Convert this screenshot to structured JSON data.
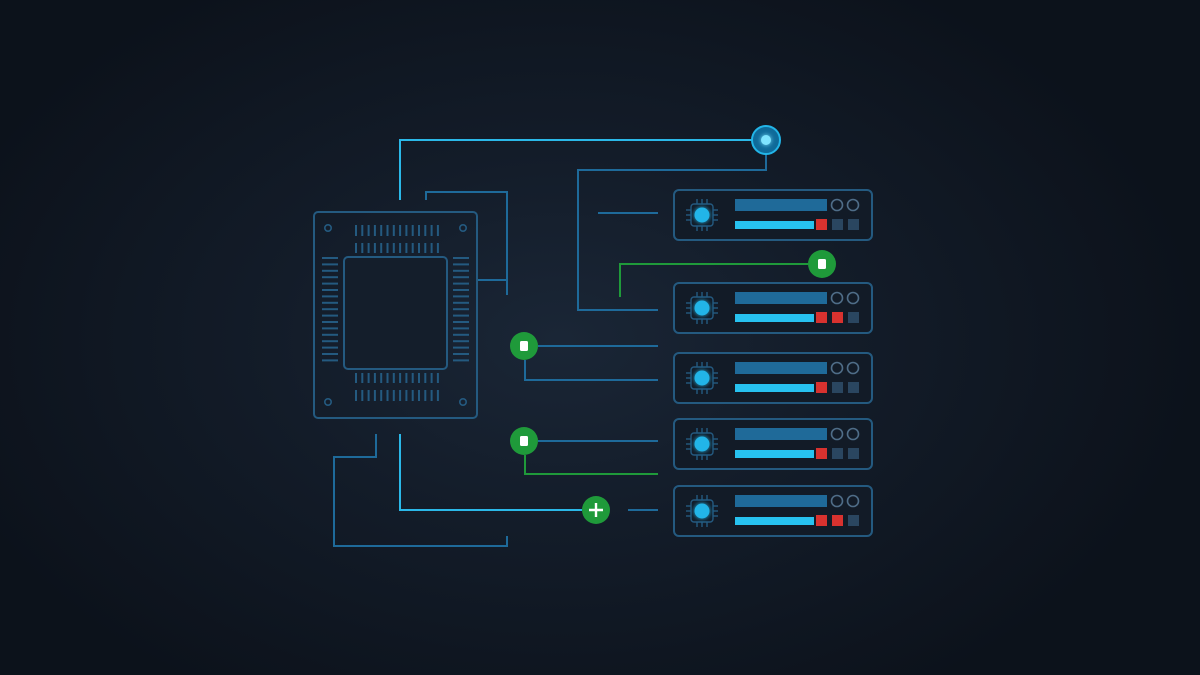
{
  "diagram": {
    "colors": {
      "background": "#111a26",
      "line_blue": "#1e6a9a",
      "line_bright": "#2bb8e8",
      "line_green": "#1f9a3a",
      "node_blue": "#22b5e8",
      "node_green": "#1f9a3a",
      "server_outline": "#245a80",
      "bar_blue": "#1f6a99",
      "bar_cyan": "#27c2f0",
      "status_red": "#d8322f",
      "chip_outline": "#245a80"
    },
    "processor": {
      "icon": "cpu-chip-icon"
    },
    "servers": [
      {
        "id": "server-1",
        "icon": "server-rack-icon",
        "alert_count": 1,
        "indicator_rings": 2
      },
      {
        "id": "server-2",
        "icon": "server-rack-icon",
        "alert_count": 2,
        "indicator_rings": 2
      },
      {
        "id": "server-3",
        "icon": "server-rack-icon",
        "alert_count": 1,
        "indicator_rings": 2
      },
      {
        "id": "server-4",
        "icon": "server-rack-icon",
        "alert_count": 1,
        "indicator_rings": 2
      },
      {
        "id": "server-5",
        "icon": "server-rack-icon",
        "alert_count": 2,
        "indicator_rings": 2
      }
    ],
    "nodes": [
      {
        "id": "node-top",
        "type": "endpoint",
        "color": "blue",
        "icon": "endpoint-dot-icon"
      },
      {
        "id": "node-green-1",
        "type": "endpoint",
        "color": "green",
        "icon": "endpoint-square-icon"
      },
      {
        "id": "node-green-2",
        "type": "endpoint",
        "color": "green",
        "icon": "endpoint-square-icon"
      },
      {
        "id": "node-green-3",
        "type": "endpoint",
        "color": "green",
        "icon": "endpoint-square-icon"
      },
      {
        "id": "node-plus",
        "type": "add",
        "color": "green",
        "icon": "plus-icon"
      }
    ]
  }
}
